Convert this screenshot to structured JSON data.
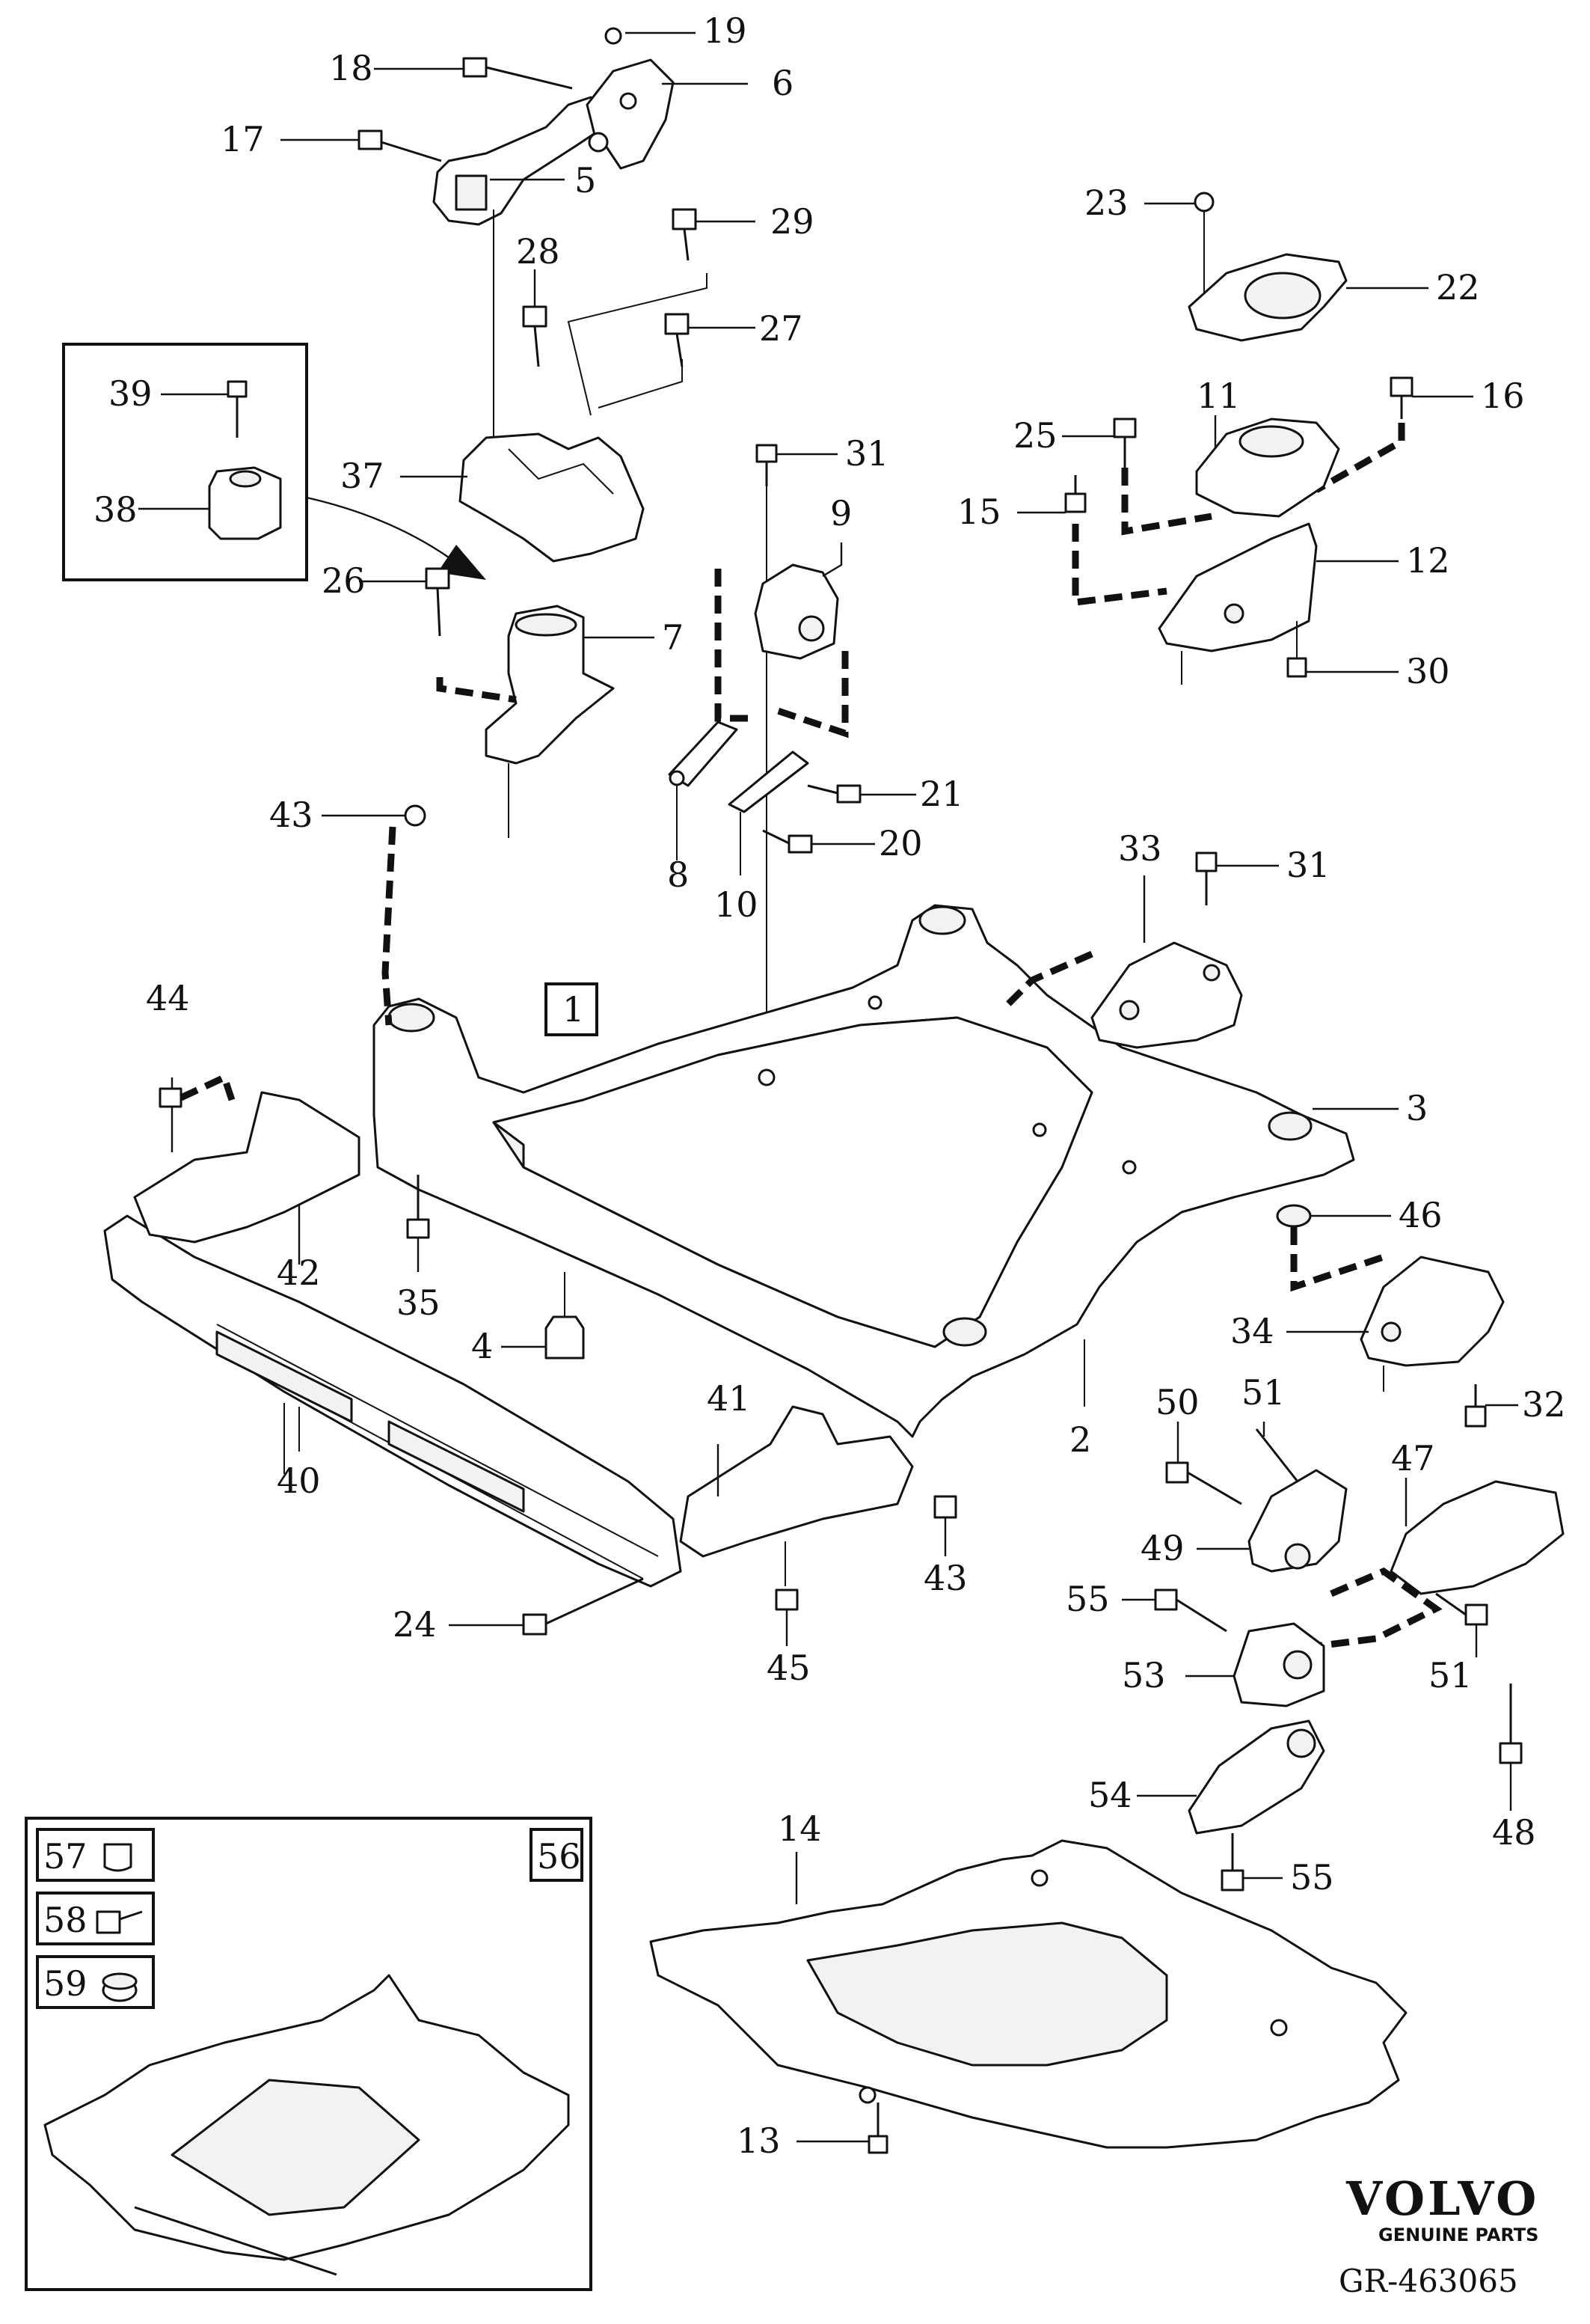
{
  "diagram": {
    "labels": {
      "p1": "1",
      "p2": "2",
      "p3": "3",
      "p4": "4",
      "p5": "5",
      "p6": "6",
      "p7": "7",
      "p8": "8",
      "p9": "9",
      "p10": "10",
      "p11": "11",
      "p12": "12",
      "p13": "13",
      "p14": "14",
      "p15": "15",
      "p16": "16",
      "p17": "17",
      "p18": "18",
      "p19": "19",
      "p20": "20",
      "p21": "21",
      "p22": "22",
      "p23": "23",
      "p24": "24",
      "p25": "25",
      "p26": "26",
      "p27": "27",
      "p28": "28",
      "p29": "29",
      "p30": "30",
      "p31": "31",
      "p32": "32",
      "p33": "33",
      "p34": "34",
      "p35": "35",
      "p37": "37",
      "p38": "38",
      "p39": "39",
      "p40": "40",
      "p41": "41",
      "p42": "42",
      "p43": "43",
      "p44": "44",
      "p45": "45",
      "p46": "46",
      "p47": "47",
      "p48": "48",
      "p49": "49",
      "p50": "50",
      "p51": "51",
      "p53": "53",
      "p54": "54",
      "p55": "55",
      "p56": "56",
      "p57": "57",
      "p58": "58",
      "p59": "59"
    },
    "brand": "VOLVO",
    "brand_sub": "GENUINE PARTS",
    "reference": "GR-463065"
  }
}
